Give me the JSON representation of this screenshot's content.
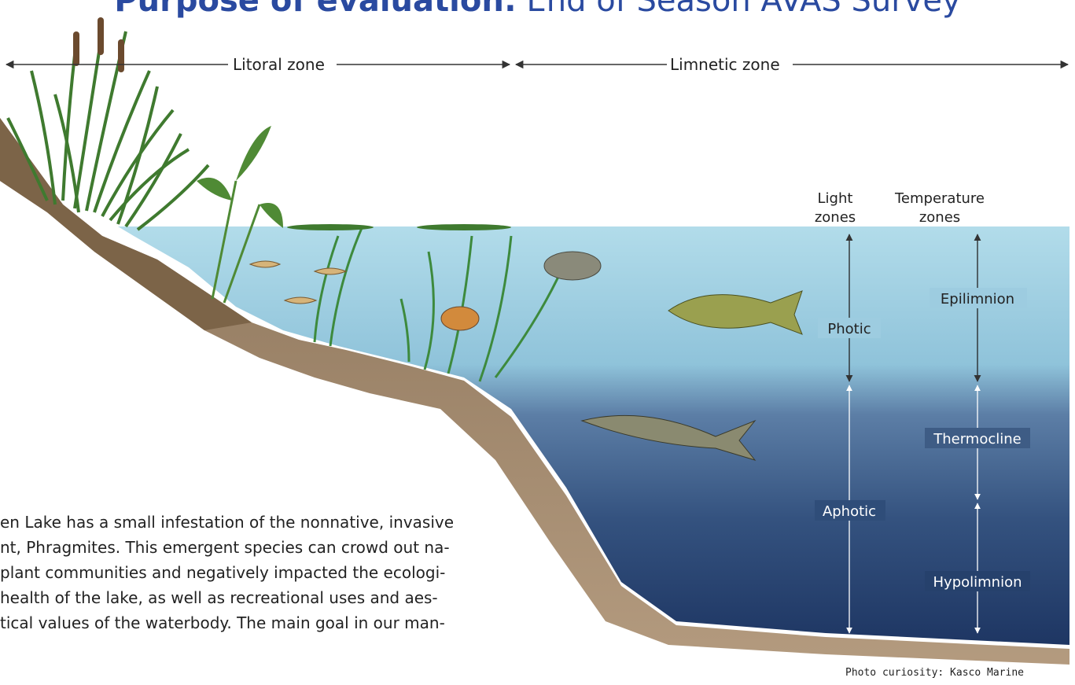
{
  "heading": {
    "bold": "Purpose of evaluation:",
    "rest": " End of Season AVAS Survey"
  },
  "zones": {
    "littoral": "Litoral zone",
    "limnetic": "Limnetic zone"
  },
  "columns": {
    "light_header_1": "Light",
    "light_header_2": "zones",
    "temp_header_1": "Temperature",
    "temp_header_2": "zones"
  },
  "light_zones": {
    "photic": "Photic",
    "aphotic": "Aphotic"
  },
  "temperature_zones": {
    "epilimnion": "Epilimnion",
    "thermocline": "Thermocline",
    "hypolimnion": "Hypolimnion"
  },
  "body_text": [
    "en Lake has a small infestation of the nonnative, invasive",
    "nt, Phragmites. This emergent species can crowd out na-",
    "plant communities and negatively impacted the ecologi-",
    "health of the lake, as well as recreational uses and aes-",
    "tical values of the waterbody. The main goal in our man-",
    "                                  "
  ],
  "credit": "Photo curiosity: Kasco Marine",
  "colors": {
    "heading": "#2a4aa0",
    "shallow_water": "#a8d6e6",
    "deep_water": "#1f3d6b",
    "sediment": "#a88e72"
  }
}
